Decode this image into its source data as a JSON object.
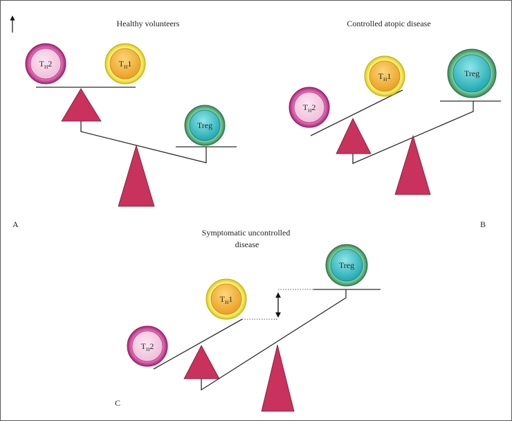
{
  "figure": {
    "panels": [
      {
        "id": "A",
        "letter": "A",
        "title_lines": [
          "Healthy volunteers"
        ],
        "cells": {
          "th2": {
            "main": "T",
            "sub": "H",
            "tail": "2"
          },
          "th1": {
            "main": "T",
            "sub": "H",
            "tail": "1"
          },
          "treg": {
            "label": "Treg"
          }
        }
      },
      {
        "id": "B",
        "letter": "B",
        "title_lines": [
          "Controlled atopic disease"
        ],
        "cells": {
          "th2": {
            "main": "T",
            "sub": "H",
            "tail": "2"
          },
          "th1": {
            "main": "T",
            "sub": "H",
            "tail": "1"
          },
          "treg": {
            "label": "Treg"
          }
        }
      },
      {
        "id": "C",
        "letter": "C",
        "title_lines": [
          "Symptomatic uncontrolled",
          "disease"
        ],
        "cells": {
          "th2": {
            "main": "T",
            "sub": "H",
            "tail": "2"
          },
          "th1": {
            "main": "T",
            "sub": "H",
            "tail": "1"
          },
          "treg": {
            "label": "Treg"
          }
        }
      }
    ],
    "colors": {
      "th2_ring": "#c2388e",
      "th2_fill": "#f3c8e1",
      "th1_ring": "#f2e03c",
      "th1_fill": "#f2ac2a",
      "treg_ring": "#4f9a6c",
      "treg_fill": "#2cb8c0",
      "fulcrum": "#c8325c"
    }
  }
}
